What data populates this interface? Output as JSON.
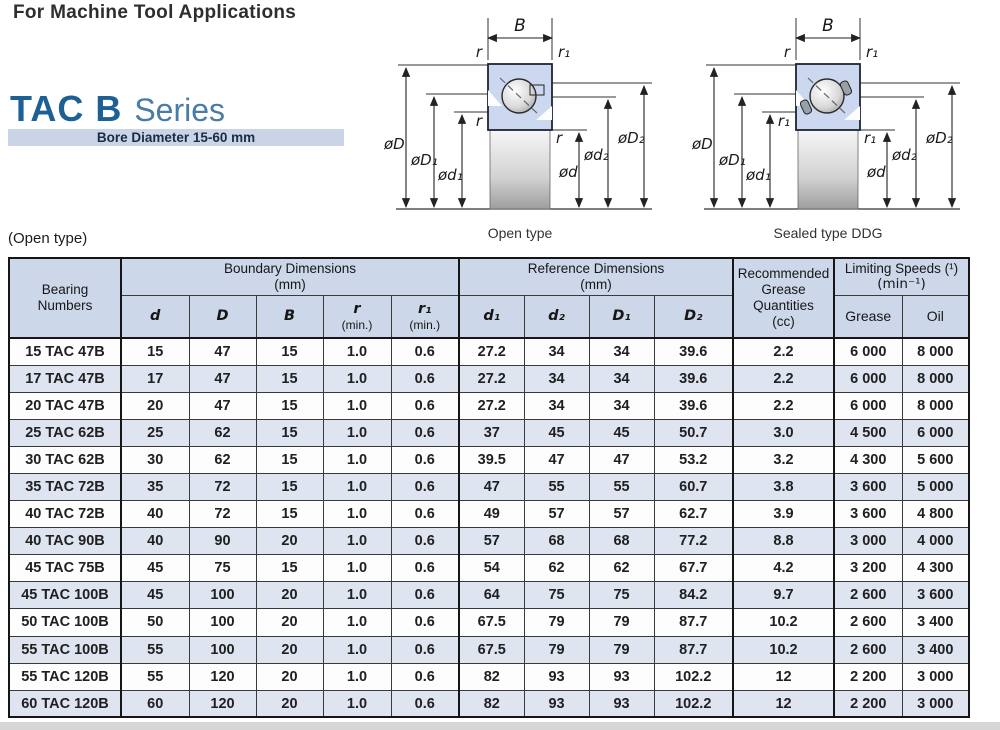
{
  "page": {
    "title": "For Machine Tool Applications",
    "series_title": "TAC B",
    "series_suffix": "Series",
    "series_subtitle": "Bore Diameter 15-60 mm",
    "open_type_note": "(Open type)"
  },
  "colors": {
    "series_blue": "#1d6194",
    "series_light_blue": "#497ca6",
    "subtitle_bar_bg": "#c9d5e7",
    "table_header_bg": "#ccd7e9",
    "row_alt_bg": "#dfe4f1",
    "diagram_ring_fill": "#ccd8f0"
  },
  "diagrams": {
    "open": {
      "caption": "Open type",
      "labels": {
        "b": "B",
        "r_top_left": "r",
        "r_top_right": "r₁",
        "mid_left": "r",
        "mid_right": "r",
        "dia_D": "øD",
        "dia_D1": "øD₁",
        "dia_d1": "ød₁",
        "dia_d": "ød",
        "dia_d2": "ød₂",
        "dia_D2": "øD₂"
      }
    },
    "sealed": {
      "caption": "Sealed type  DDG",
      "labels": {
        "b": "B",
        "r_top_left": "r",
        "r_top_right": "r₁",
        "mid_left": "r₁",
        "mid_right": "r₁",
        "dia_D": "øD",
        "dia_D1": "øD₁",
        "dia_d1": "ød₁",
        "dia_d": "ød",
        "dia_d2": "ød₂",
        "dia_D2": "øD₂"
      }
    }
  },
  "table": {
    "header": {
      "bearing": "Bearing\nNumbers",
      "boundary_title": "Boundary Dimensions",
      "boundary_unit": "(mm)",
      "reference_title": "Reference Dimensions",
      "reference_unit": "(mm)",
      "grease_qty": "Recommended\nGrease\nQuantities\n(cc)",
      "limiting_title": "Limiting Speeds (¹)",
      "limiting_unit": "(min⁻¹)",
      "boundary_cols": [
        {
          "label": "d",
          "note": ""
        },
        {
          "label": "D",
          "note": ""
        },
        {
          "label": "B",
          "note": ""
        },
        {
          "label": "r",
          "note": "(min.)"
        },
        {
          "label": "r₁",
          "note": "(min.)"
        }
      ],
      "reference_cols": [
        {
          "label": "d₁"
        },
        {
          "label": "d₂"
        },
        {
          "label": "D₁"
        },
        {
          "label": "D₂"
        }
      ],
      "speed_cols": [
        {
          "label": "Grease"
        },
        {
          "label": "Oil"
        }
      ]
    },
    "rows": [
      {
        "bearing": "15 TAC 47B",
        "values": [
          "15",
          "47",
          "15",
          "1.0",
          "0.6",
          "27.2",
          "34",
          "34",
          "39.6",
          "2.2",
          "6 000",
          "8 000"
        ]
      },
      {
        "bearing": "17 TAC 47B",
        "values": [
          "17",
          "47",
          "15",
          "1.0",
          "0.6",
          "27.2",
          "34",
          "34",
          "39.6",
          "2.2",
          "6 000",
          "8 000"
        ]
      },
      {
        "bearing": "20 TAC 47B",
        "values": [
          "20",
          "47",
          "15",
          "1.0",
          "0.6",
          "27.2",
          "34",
          "34",
          "39.6",
          "2.2",
          "6 000",
          "8 000"
        ]
      },
      {
        "bearing": "25 TAC 62B",
        "values": [
          "25",
          "62",
          "15",
          "1.0",
          "0.6",
          "37",
          "45",
          "45",
          "50.7",
          "3.0",
          "4 500",
          "6 000"
        ]
      },
      {
        "bearing": "30 TAC 62B",
        "values": [
          "30",
          "62",
          "15",
          "1.0",
          "0.6",
          "39.5",
          "47",
          "47",
          "53.2",
          "3.2",
          "4 300",
          "5 600"
        ]
      },
      {
        "bearing": "35 TAC 72B",
        "values": [
          "35",
          "72",
          "15",
          "1.0",
          "0.6",
          "47",
          "55",
          "55",
          "60.7",
          "3.8",
          "3 600",
          "5 000"
        ]
      },
      {
        "bearing": "40 TAC 72B",
        "values": [
          "40",
          "72",
          "15",
          "1.0",
          "0.6",
          "49",
          "57",
          "57",
          "62.7",
          "3.9",
          "3 600",
          "4 800"
        ]
      },
      {
        "bearing": "40 TAC 90B",
        "values": [
          "40",
          "90",
          "20",
          "1.0",
          "0.6",
          "57",
          "68",
          "68",
          "77.2",
          "8.8",
          "3 000",
          "4 000"
        ]
      },
      {
        "bearing": "45 TAC 75B",
        "values": [
          "45",
          "75",
          "15",
          "1.0",
          "0.6",
          "54",
          "62",
          "62",
          "67.7",
          "4.2",
          "3 200",
          "4 300"
        ]
      },
      {
        "bearing": "45 TAC 100B",
        "values": [
          "45",
          "100",
          "20",
          "1.0",
          "0.6",
          "64",
          "75",
          "75",
          "84.2",
          "9.7",
          "2 600",
          "3 600"
        ]
      },
      {
        "bearing": "50 TAC 100B",
        "values": [
          "50",
          "100",
          "20",
          "1.0",
          "0.6",
          "67.5",
          "79",
          "79",
          "87.7",
          "10.2",
          "2 600",
          "3 400"
        ]
      },
      {
        "bearing": "55 TAC 100B",
        "values": [
          "55",
          "100",
          "20",
          "1.0",
          "0.6",
          "67.5",
          "79",
          "79",
          "87.7",
          "10.2",
          "2 600",
          "3 400"
        ]
      },
      {
        "bearing": "55 TAC 120B",
        "values": [
          "55",
          "120",
          "20",
          "1.0",
          "0.6",
          "82",
          "93",
          "93",
          "102.2",
          "12",
          "2 200",
          "3 000"
        ]
      },
      {
        "bearing": "60 TAC 120B",
        "values": [
          "60",
          "120",
          "20",
          "1.0",
          "0.6",
          "82",
          "93",
          "93",
          "102.2",
          "12",
          "2 200",
          "3 000"
        ]
      }
    ]
  }
}
